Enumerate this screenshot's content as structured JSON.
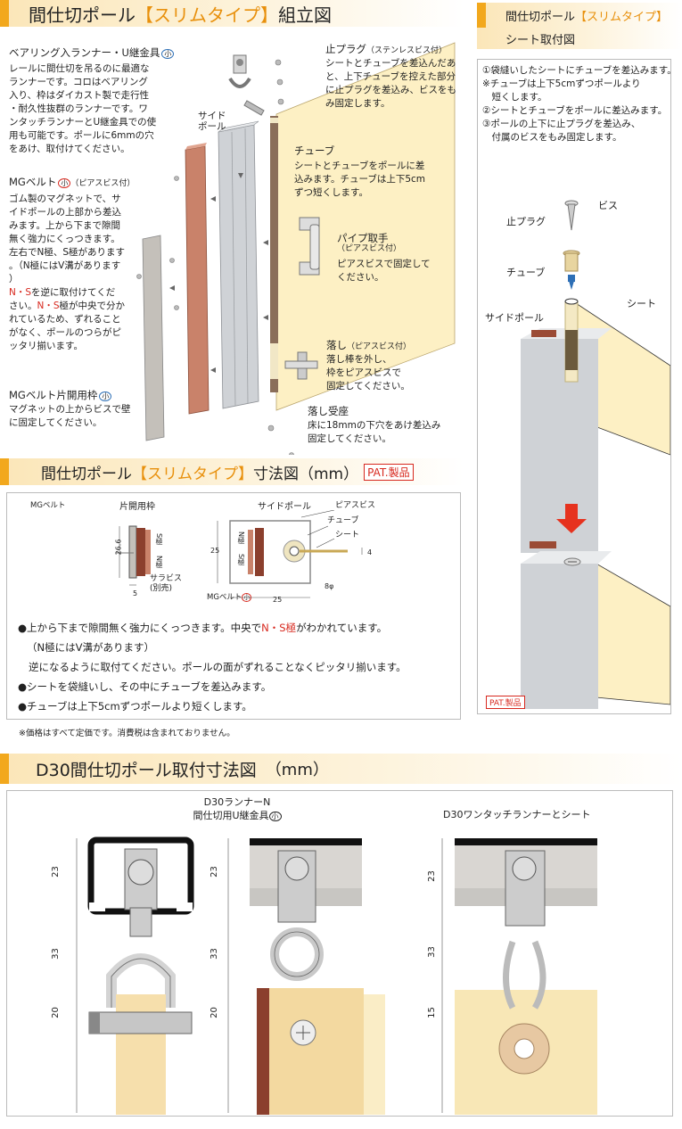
{
  "assembly": {
    "title_a": "間仕切ポール",
    "title_b": "【スリムタイプ】",
    "title_c": "組立図",
    "bearing_title": "ベアリング入ランナー・U継金具",
    "bearing_badge": "小",
    "bearing_text": [
      "レールに間仕切を吊るのに最適な",
      "ランナーです。コロはベアリング",
      "入り、枠はダイカスト製で走行性",
      "・耐久性抜群のランナーです。ワ",
      "ンタッチランナーとU継金具での使",
      "用も可能です。ポールに6mmの穴",
      "をあけ、取付けてください。"
    ],
    "mg_title": "MGベルト",
    "mg_badge": "小",
    "mg_note": "（ピアスビス付）",
    "mg_text_1": [
      "ゴム製のマグネットで、サ",
      "イドポールの上部から差込",
      "みます。上から下まで隙間",
      "無く強力にくっつきます。",
      "左右でN極、S極があります",
      "。（N極にはV溝があります",
      "）"
    ],
    "mg_text_2a": "N・S",
    "mg_text_2b": "を逆に取付けてくだ",
    "mg_text_3a": "さい。",
    "mg_text_3b": "N・S",
    "mg_text_3c": "極が中央で分か",
    "mg_text_4": [
      "れているため、ずれること",
      "がなく、ポールのつらがピ",
      "ッタリ揃います。"
    ],
    "mgframe_title": "MGベルト片開用枠",
    "mgframe_badge": "小",
    "mgframe_text": [
      "マグネットの上からビスで壁",
      "に固定してください。"
    ],
    "side_pole": "サイド",
    "side_pole2": "ポール",
    "stopper_title": "止プラグ",
    "stopper_note": "（ステンレスビス付）",
    "stopper_text": [
      "シートとチューブを差込んだあ",
      "と、上下チューブを控えた部分",
      "に止プラグを差込み、ビスをも",
      "み固定します。"
    ],
    "tube_title": "チューブ",
    "tube_text": [
      "シートとチューブをポールに差",
      "込みます。チューブは上下5cm",
      "ずつ短くします。"
    ],
    "handle_title": "パイプ取手",
    "handle_note": "（ピアスビス付）",
    "handle_text": [
      "ピアスビスで固定して",
      "ください。"
    ],
    "drop_title": "落し",
    "drop_note": "（ピアスビス付）",
    "drop_text": [
      "落し棒を外し、",
      "枠をピアスビスで",
      "固定してください。"
    ],
    "seat_title": "落し受座",
    "seat_text": [
      "床に18mmの下穴をあけ差込み",
      "固定してください。"
    ]
  },
  "sheet": {
    "title_a": "間仕切ポール",
    "title_b": "【スリムタイプ】",
    "title_c": "シート取付図",
    "steps": [
      "①袋縫いしたシートにチューブを差込みます。",
      "※チューブは上下5cmずつポールより",
      "　短くします。",
      "②シートとチューブをポールに差込みます。",
      "③ポールの上下に止プラグを差込み、",
      "　付属のビスをもみ固定します。"
    ],
    "screw": "ビス",
    "plug": "止プラグ",
    "tube": "チューブ",
    "side_pole": "サイドポール",
    "sheet": "シート",
    "pat": "PAT.製品"
  },
  "dims": {
    "title_a": "間仕切ポール",
    "title_b": "【スリムタイプ】",
    "title_c": "寸法図（mm）",
    "pat": "PAT.製品",
    "mg_belt": "MGベルト",
    "frame": "片開用枠",
    "side_pole": "サイドポール",
    "pierce": "ピアスビス",
    "tube": "チューブ",
    "sheet": "シート",
    "sara": "サラビス",
    "sara2": "(別売)",
    "mgbelt_small": "MGベルト",
    "mgbelt_badge": "小",
    "n_pole": "N極",
    "s_pole": "S極",
    "d26": "26.6",
    "d5": "5",
    "d25a": "25",
    "d25b": "25",
    "d4": "4",
    "d8": "8φ",
    "b1a": "●上から下まで隙間無く強力にくっつきます。中央で",
    "b1b": "N・S",
    "b1c": "極",
    "b1d": "がわかれています。",
    "b2": "（N極にはV溝があります）",
    "b3": "逆になるように取付てください。ポールの面がずれることなくピッタリ揃います。",
    "b4": "●シートを袋縫いし、その中にチューブを差込みます。",
    "b5": "●チューブは上下5cmずつポールより短くします。",
    "price_note": "※価格はすべて定価です。消費税は含まれておりません。"
  },
  "d30": {
    "title": "D30間仕切ポール取付寸法図",
    "unit": "（mm）",
    "runner_title1": "D30ランナーN",
    "runner_title2": "間仕切用U継金具",
    "runner_badge": "小",
    "onetouch_title": "D30ワンタッチランナーとシート",
    "d23a": "23",
    "d33a": "33",
    "d20a": "20",
    "d23b": "23",
    "d33b": "33",
    "d20b": "20",
    "d23c": "23",
    "d33c": "33",
    "d15c": "15"
  },
  "colors": {
    "accent": "#f2a81d",
    "red": "#d7281e",
    "blue": "#2d6fb6",
    "sheet_yellow": "#fdf0c4",
    "pole": "#c9ccd0",
    "mg_brown": "#c9826a"
  }
}
